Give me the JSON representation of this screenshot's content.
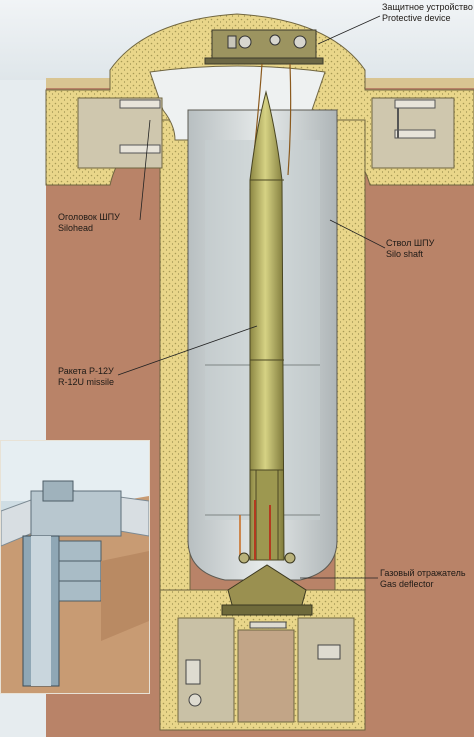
{
  "labels": {
    "protective_device": {
      "ru": "Защитное устройство",
      "en": "Protective device"
    },
    "silohead": {
      "ru": "Оголовок ШПУ",
      "en": "Silohead"
    },
    "silo_shaft": {
      "ru": "Ствол ШПУ",
      "en": "Silo shaft"
    },
    "missile": {
      "ru": "Ракета Р-12У",
      "en": "R-12U missile"
    },
    "gas_deflector": {
      "ru": "Газовый отражатель",
      "en": "Gas deflector"
    }
  },
  "colors": {
    "earth": "#b98368",
    "concrete": "#e9d68a",
    "concrete_dots": "#a89a55",
    "shaft_interior": "#cfd4d4",
    "missile_body": "#c2bd6a",
    "sky": "#e8eef2"
  }
}
